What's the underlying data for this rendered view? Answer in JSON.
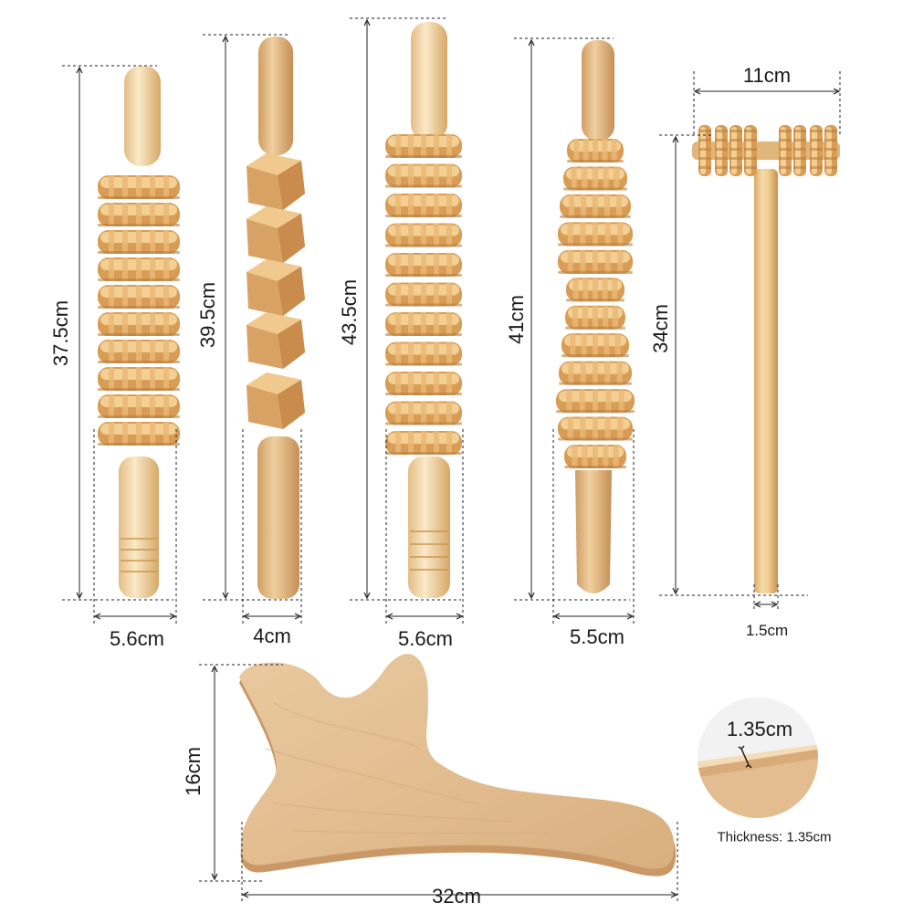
{
  "tools": [
    {
      "height": "37.5cm",
      "width": "5.6cm"
    },
    {
      "height": "39.5cm",
      "width": "4cm"
    },
    {
      "height": "43.5cm",
      "width": "5.6cm"
    },
    {
      "height": "41cm",
      "width": "5.5cm"
    }
  ],
  "t_roller": {
    "head_width": "11cm",
    "height": "34cm",
    "handle_width": "1.5cm"
  },
  "board": {
    "height": "16cm",
    "width": "32cm"
  },
  "thickness": {
    "value": "1.35cm",
    "caption": "Thickness: 1.35cm"
  }
}
